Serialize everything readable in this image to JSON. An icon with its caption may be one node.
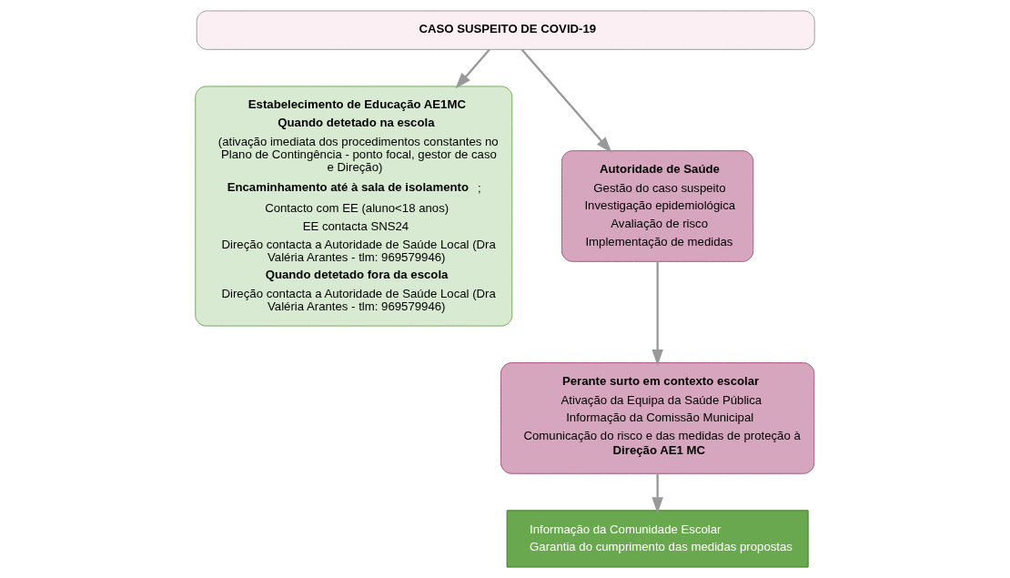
{
  "diagram": {
    "nodes": [
      {
        "text": [
          "CASO SUSPEITO DE COVID-19"
        ]
      },
      {
        "text": [
          "Estabelecimento de Educação AE1MC",
          "Quando detetado na escola",
          "(ativação imediata dos procedimentos constantes no Plano de Contingência - ponto focal, gestor de caso e Direção)",
          "**Encaminhamento até à sala de isolamento**;",
          "Contacto com EE (aluno<18 anos)",
          "EE contacta SNS24",
          "Direção contacta a Autoridade de Saúde Local (Dra Valéria Arantes - tlm: 969579946)",
          "Quando detetado fora da escola",
          "Direção contacta a Autoridade de Saúde Local (Dra Valéria Arantes - tlm: 969579946)"
        ]
      },
      {
        "text": [
          "Autoridade de Saúde",
          "Gestão do caso suspeito",
          "Investigação epidemiológica",
          "Avaliação de risco",
          "Implementação de medidas"
        ]
      },
      {
        "text": [
          "Perante surto em contexto escolar",
          "Ativação da Equipa da Saúde Pública",
          "Informação da Comissão Municipal",
          "Comunicação do risco e das medidas de proteção à **Direção AE1 MC**"
        ]
      },
      {
        "text": [
          "Informação da Comunidade Escolar",
          "Garantia do cumprimento das medidas propostas"
        ]
      }
    ],
    "edges": [
      {
        "from": 0,
        "to": 1,
        "arrow": "to"
      },
      {
        "from": 0,
        "to": 2,
        "arrow": "to"
      },
      {
        "from": 2,
        "to": 3,
        "arrow": "to"
      },
      {
        "from": 3,
        "to": 4,
        "arrow": "to"
      }
    ]
  }
}
